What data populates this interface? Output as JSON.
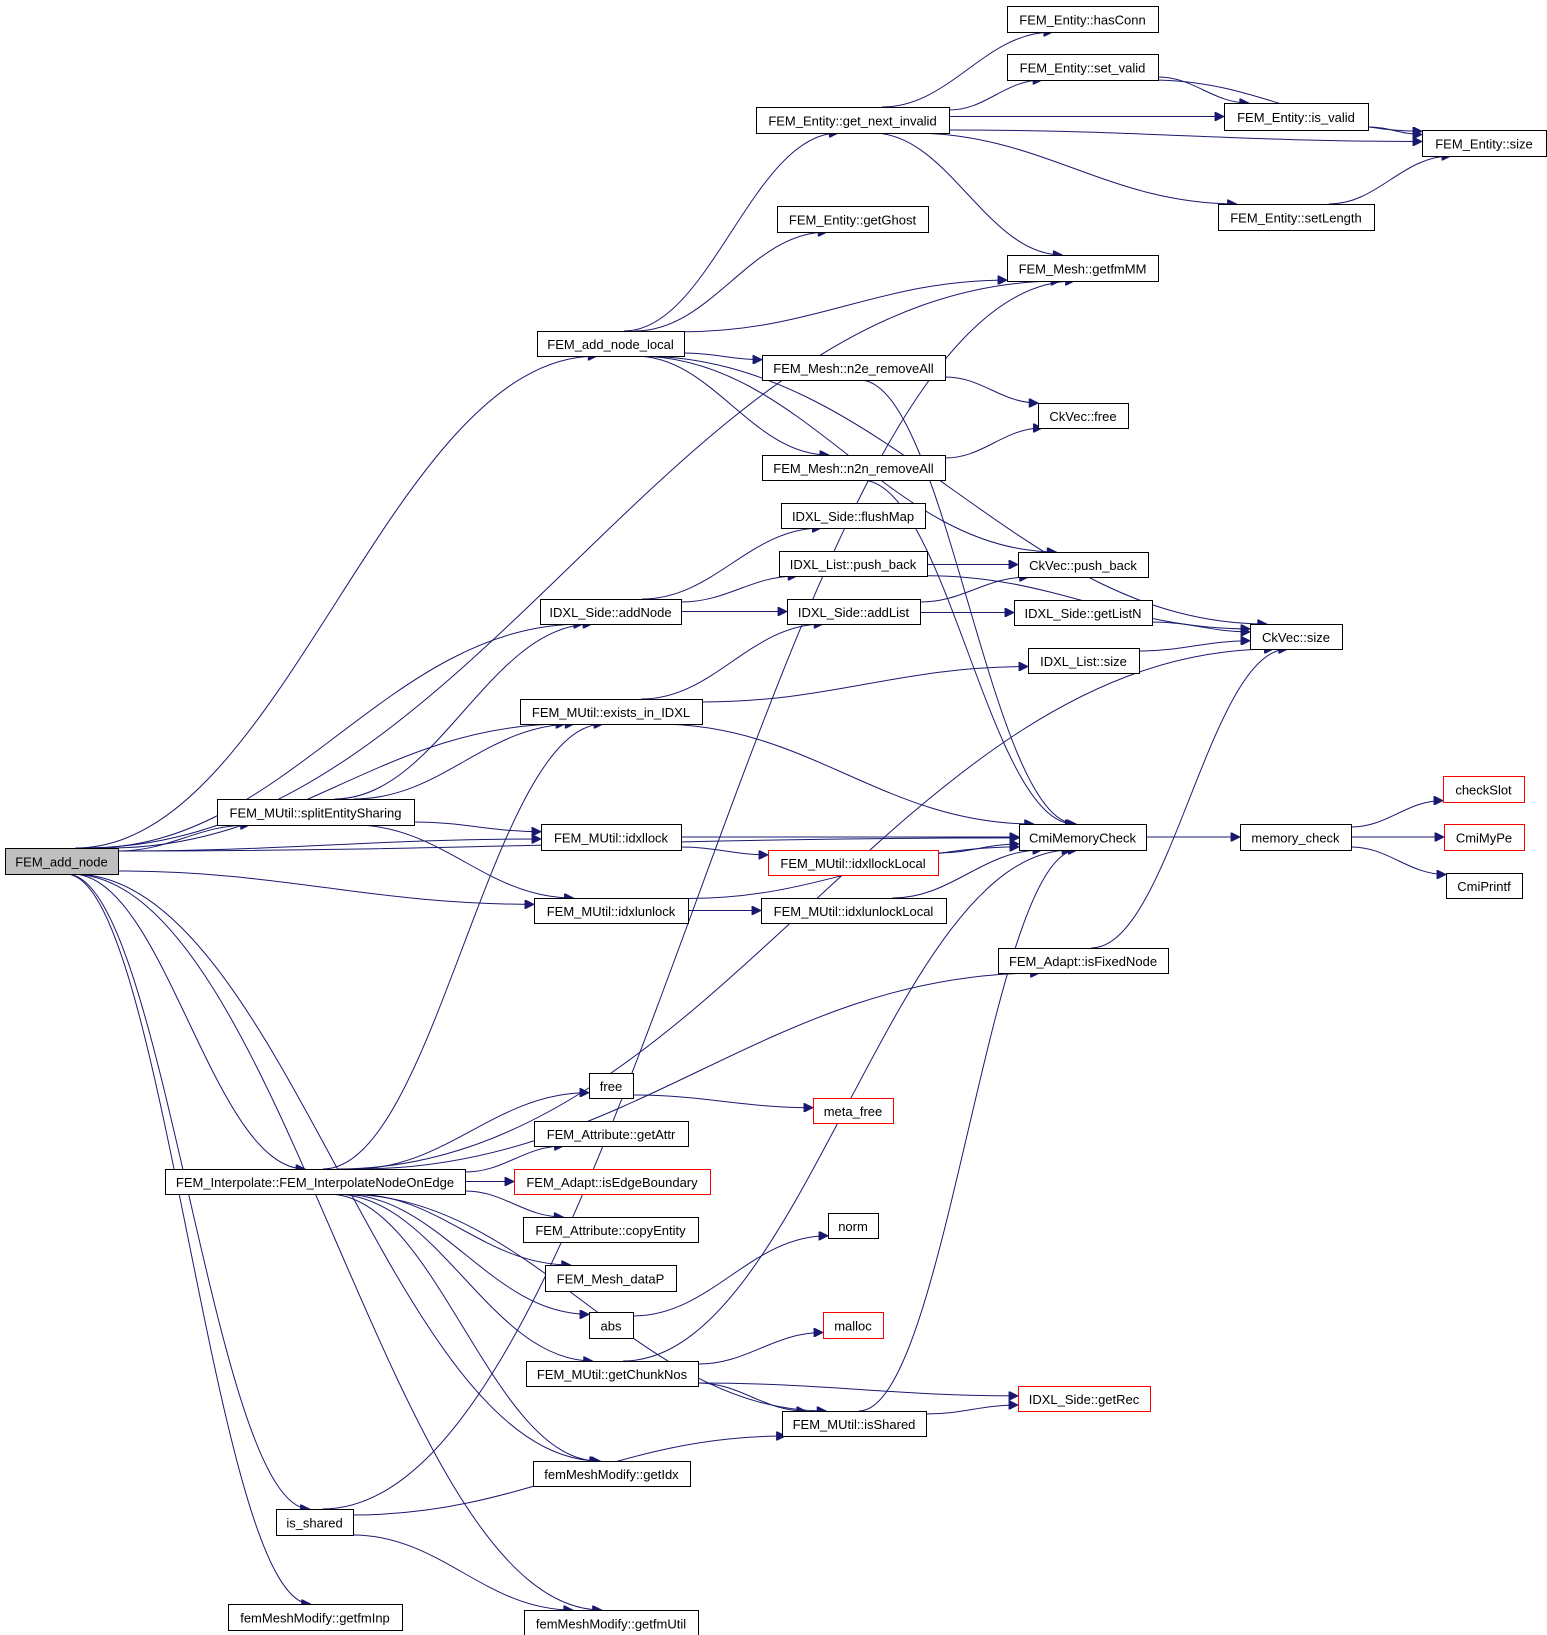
{
  "title": "Call graph for FEM_add_node",
  "colors": {
    "edge": "#191970",
    "root_fill": "#bfbfbf",
    "undocumented_border": "#ff0000",
    "node_border": "#000000"
  },
  "nodes": [
    {
      "id": "add_node",
      "label": "FEM_add_node",
      "kind": "root"
    },
    {
      "id": "hasConn",
      "label": "FEM_Entity::hasConn",
      "kind": "normal"
    },
    {
      "id": "set_valid",
      "label": "FEM_Entity::set_valid",
      "kind": "normal"
    },
    {
      "id": "get_next_invalid",
      "label": "FEM_Entity::get_next_invalid",
      "kind": "normal"
    },
    {
      "id": "is_valid",
      "label": "FEM_Entity::is_valid",
      "kind": "normal"
    },
    {
      "id": "entity_size",
      "label": "FEM_Entity::size",
      "kind": "normal"
    },
    {
      "id": "getGhost",
      "label": "FEM_Entity::getGhost",
      "kind": "normal"
    },
    {
      "id": "setLength",
      "label": "FEM_Entity::setLength",
      "kind": "normal"
    },
    {
      "id": "getfmMM",
      "label": "FEM_Mesh::getfmMM",
      "kind": "normal"
    },
    {
      "id": "add_node_local",
      "label": "FEM_add_node_local",
      "kind": "normal"
    },
    {
      "id": "n2e",
      "label": "FEM_Mesh::n2e_removeAll",
      "kind": "normal"
    },
    {
      "id": "ckfree",
      "label": "CkVec::free",
      "kind": "normal"
    },
    {
      "id": "n2n",
      "label": "FEM_Mesh::n2n_removeAll",
      "kind": "normal"
    },
    {
      "id": "flushMap",
      "label": "IDXL_Side::flushMap",
      "kind": "normal"
    },
    {
      "id": "list_push_back",
      "label": "IDXL_List::push_back",
      "kind": "normal"
    },
    {
      "id": "ck_push_back",
      "label": "CkVec::push_back",
      "kind": "normal"
    },
    {
      "id": "addNode",
      "label": "IDXL_Side::addNode",
      "kind": "normal"
    },
    {
      "id": "addList",
      "label": "IDXL_Side::addList",
      "kind": "normal"
    },
    {
      "id": "getListN",
      "label": "IDXL_Side::getListN",
      "kind": "normal"
    },
    {
      "id": "ck_size",
      "label": "CkVec::size",
      "kind": "normal"
    },
    {
      "id": "list_size",
      "label": "IDXL_List::size",
      "kind": "normal"
    },
    {
      "id": "exists",
      "label": "FEM_MUtil::exists_in_IDXL",
      "kind": "normal"
    },
    {
      "id": "memcheck",
      "label": "CmiMemoryCheck",
      "kind": "normal"
    },
    {
      "id": "memory_check",
      "label": "memory_check",
      "kind": "normal"
    },
    {
      "id": "checkSlot",
      "label": "checkSlot",
      "kind": "undocumented"
    },
    {
      "id": "mype",
      "label": "CmiMyPe",
      "kind": "undocumented"
    },
    {
      "id": "printf",
      "label": "CmiPrintf",
      "kind": "normal"
    },
    {
      "id": "split",
      "label": "FEM_MUtil::splitEntitySharing",
      "kind": "normal"
    },
    {
      "id": "idxllock",
      "label": "FEM_MUtil::idxllock",
      "kind": "normal"
    },
    {
      "id": "idxllockLocal",
      "label": "FEM_MUtil::idxllockLocal",
      "kind": "undocumented"
    },
    {
      "id": "idxlunlock",
      "label": "FEM_MUtil::idxlunlock",
      "kind": "normal"
    },
    {
      "id": "idxlunlockLocal",
      "label": "FEM_MUtil::idxlunlockLocal",
      "kind": "normal"
    },
    {
      "id": "isFixedNode",
      "label": "FEM_Adapt::isFixedNode",
      "kind": "normal"
    },
    {
      "id": "free",
      "label": "free",
      "kind": "normal"
    },
    {
      "id": "meta_free",
      "label": "meta_free",
      "kind": "undocumented"
    },
    {
      "id": "getAttr",
      "label": "FEM_Attribute::getAttr",
      "kind": "normal"
    },
    {
      "id": "interp",
      "label": "FEM_Interpolate::FEM_InterpolateNodeOnEdge",
      "kind": "normal"
    },
    {
      "id": "isEdgeBoundary",
      "label": "FEM_Adapt::isEdgeBoundary",
      "kind": "undocumented"
    },
    {
      "id": "copyEntity",
      "label": "FEM_Attribute::copyEntity",
      "kind": "normal"
    },
    {
      "id": "norm",
      "label": "norm",
      "kind": "normal"
    },
    {
      "id": "dataP",
      "label": "FEM_Mesh_dataP",
      "kind": "normal"
    },
    {
      "id": "abs",
      "label": "abs",
      "kind": "normal"
    },
    {
      "id": "malloc",
      "label": "malloc",
      "kind": "undocumented"
    },
    {
      "id": "getChunkNos",
      "label": "FEM_MUtil::getChunkNos",
      "kind": "normal"
    },
    {
      "id": "getRec",
      "label": "IDXL_Side::getRec",
      "kind": "undocumented"
    },
    {
      "id": "isShared",
      "label": "FEM_MUtil::isShared",
      "kind": "normal"
    },
    {
      "id": "getIdx",
      "label": "femMeshModify::getIdx",
      "kind": "normal"
    },
    {
      "id": "is_shared",
      "label": "is_shared",
      "kind": "normal"
    },
    {
      "id": "getfmInp",
      "label": "femMeshModify::getfmInp",
      "kind": "normal"
    },
    {
      "id": "getfmUtil",
      "label": "femMeshModify::getfmUtil",
      "kind": "normal"
    }
  ],
  "edges": [
    [
      "add_node",
      "getfmMM"
    ],
    [
      "add_node",
      "add_node_local"
    ],
    [
      "add_node",
      "addNode"
    ],
    [
      "add_node",
      "exists"
    ],
    [
      "add_node",
      "memcheck"
    ],
    [
      "add_node",
      "split"
    ],
    [
      "add_node",
      "idxllock"
    ],
    [
      "add_node",
      "idxlunlock"
    ],
    [
      "add_node",
      "interp"
    ],
    [
      "add_node",
      "getIdx"
    ],
    [
      "add_node",
      "is_shared"
    ],
    [
      "add_node",
      "getfmInp"
    ],
    [
      "add_node",
      "getfmUtil"
    ],
    [
      "add_node_local",
      "get_next_invalid"
    ],
    [
      "add_node_local",
      "getGhost"
    ],
    [
      "add_node_local",
      "getfmMM"
    ],
    [
      "add_node_local",
      "ck_size"
    ],
    [
      "add_node_local",
      "n2e"
    ],
    [
      "add_node_local",
      "n2n"
    ],
    [
      "add_node_local",
      "ck_push_back"
    ],
    [
      "get_next_invalid",
      "hasConn"
    ],
    [
      "get_next_invalid",
      "set_valid"
    ],
    [
      "get_next_invalid",
      "is_valid"
    ],
    [
      "get_next_invalid",
      "entity_size"
    ],
    [
      "get_next_invalid",
      "setLength"
    ],
    [
      "get_next_invalid",
      "getfmMM"
    ],
    [
      "set_valid",
      "is_valid"
    ],
    [
      "set_valid",
      "entity_size"
    ],
    [
      "is_valid",
      "entity_size"
    ],
    [
      "setLength",
      "entity_size"
    ],
    [
      "n2e",
      "ckfree"
    ],
    [
      "n2e",
      "memcheck"
    ],
    [
      "n2n",
      "ckfree"
    ],
    [
      "n2n",
      "memcheck"
    ],
    [
      "addNode",
      "flushMap"
    ],
    [
      "addNode",
      "list_push_back"
    ],
    [
      "addNode",
      "addList"
    ],
    [
      "list_push_back",
      "ck_push_back"
    ],
    [
      "list_push_back",
      "ck_size"
    ],
    [
      "addList",
      "ck_push_back"
    ],
    [
      "addList",
      "getListN"
    ],
    [
      "getListN",
      "ck_size"
    ],
    [
      "list_size",
      "ck_size"
    ],
    [
      "exists",
      "addList"
    ],
    [
      "exists",
      "list_size"
    ],
    [
      "exists",
      "memcheck"
    ],
    [
      "memcheck",
      "memory_check"
    ],
    [
      "memory_check",
      "checkSlot"
    ],
    [
      "memory_check",
      "mype"
    ],
    [
      "memory_check",
      "printf"
    ],
    [
      "split",
      "addNode"
    ],
    [
      "split",
      "exists"
    ],
    [
      "split",
      "idxllock"
    ],
    [
      "split",
      "idxlunlock"
    ],
    [
      "idxllock",
      "memcheck"
    ],
    [
      "idxllock",
      "idxllockLocal"
    ],
    [
      "idxllockLocal",
      "memcheck"
    ],
    [
      "idxlunlock",
      "idxlunlockLocal"
    ],
    [
      "idxlunlock",
      "memcheck"
    ],
    [
      "idxlunlockLocal",
      "memcheck"
    ],
    [
      "isFixedNode",
      "ck_size"
    ],
    [
      "interp",
      "exists"
    ],
    [
      "interp",
      "isFixedNode"
    ],
    [
      "interp",
      "ck_size"
    ],
    [
      "interp",
      "free"
    ],
    [
      "interp",
      "getAttr"
    ],
    [
      "interp",
      "isEdgeBoundary"
    ],
    [
      "interp",
      "copyEntity"
    ],
    [
      "interp",
      "dataP"
    ],
    [
      "interp",
      "abs"
    ],
    [
      "interp",
      "getChunkNos"
    ],
    [
      "interp",
      "isShared"
    ],
    [
      "interp",
      "getIdx"
    ],
    [
      "free",
      "meta_free"
    ],
    [
      "abs",
      "norm"
    ],
    [
      "getChunkNos",
      "malloc"
    ],
    [
      "getChunkNos",
      "getRec"
    ],
    [
      "getChunkNos",
      "isShared"
    ],
    [
      "getChunkNos",
      "memcheck"
    ],
    [
      "isShared",
      "getRec"
    ],
    [
      "isShared",
      "memcheck"
    ],
    [
      "is_shared",
      "isShared"
    ],
    [
      "is_shared",
      "getfmUtil"
    ],
    [
      "is_shared",
      "getfmMM"
    ]
  ]
}
